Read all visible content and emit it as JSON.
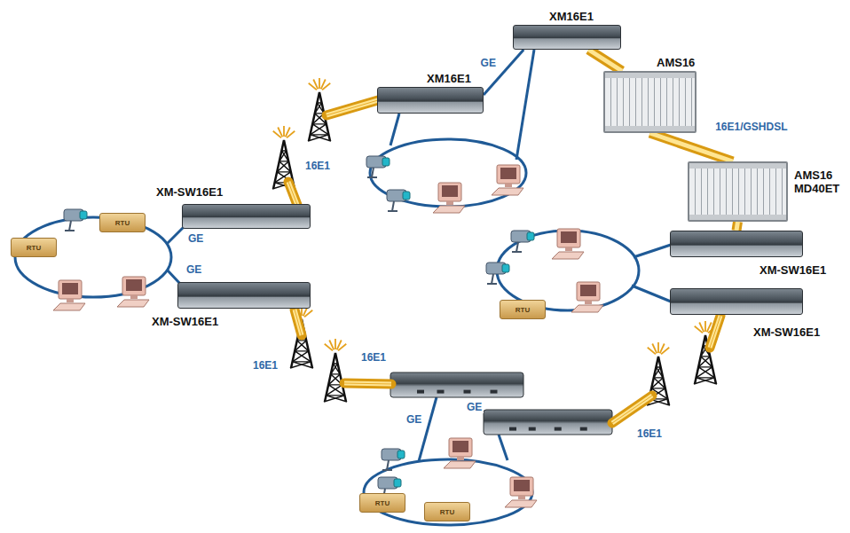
{
  "diagram": {
    "nodes": [
      {
        "text": [
          "XM16E1"
        ]
      },
      {
        "text": [
          "XM16E1"
        ]
      },
      {
        "text": [
          "AMS16"
        ]
      },
      {
        "text": [
          "AMS16 MD40ET"
        ]
      },
      {
        "text": [
          "XM-SW16E1"
        ]
      },
      {
        "text": [
          "RTU"
        ]
      },
      {
        "text": [
          "XM-SW16E1"
        ]
      },
      {
        "text": [
          "RTU"
        ]
      },
      {
        "text": [
          "XM-SW16E1"
        ]
      },
      {
        "text": [
          "XM-SW16E1"
        ]
      },
      {
        "text": [
          "RTU"
        ]
      },
      {
        "text": [
          "RTU"
        ]
      },
      {
        "text": [
          "RTU"
        ]
      }
    ],
    "edges": [
      {
        "from": 1,
        "to": 0,
        "label": "GE",
        "arrow": "none"
      },
      {
        "from": 0,
        "to": 2,
        "arrow": "none"
      },
      {
        "from": 2,
        "to": 3,
        "label": "16E1/GSHDSL",
        "arrow": "none"
      },
      {
        "from": 3,
        "to": 6,
        "arrow": "none"
      }
    ],
    "labels": [
      "16E1",
      "GE",
      "GE",
      "16E1",
      "16E1",
      "GE",
      "GE",
      "16E1"
    ]
  }
}
